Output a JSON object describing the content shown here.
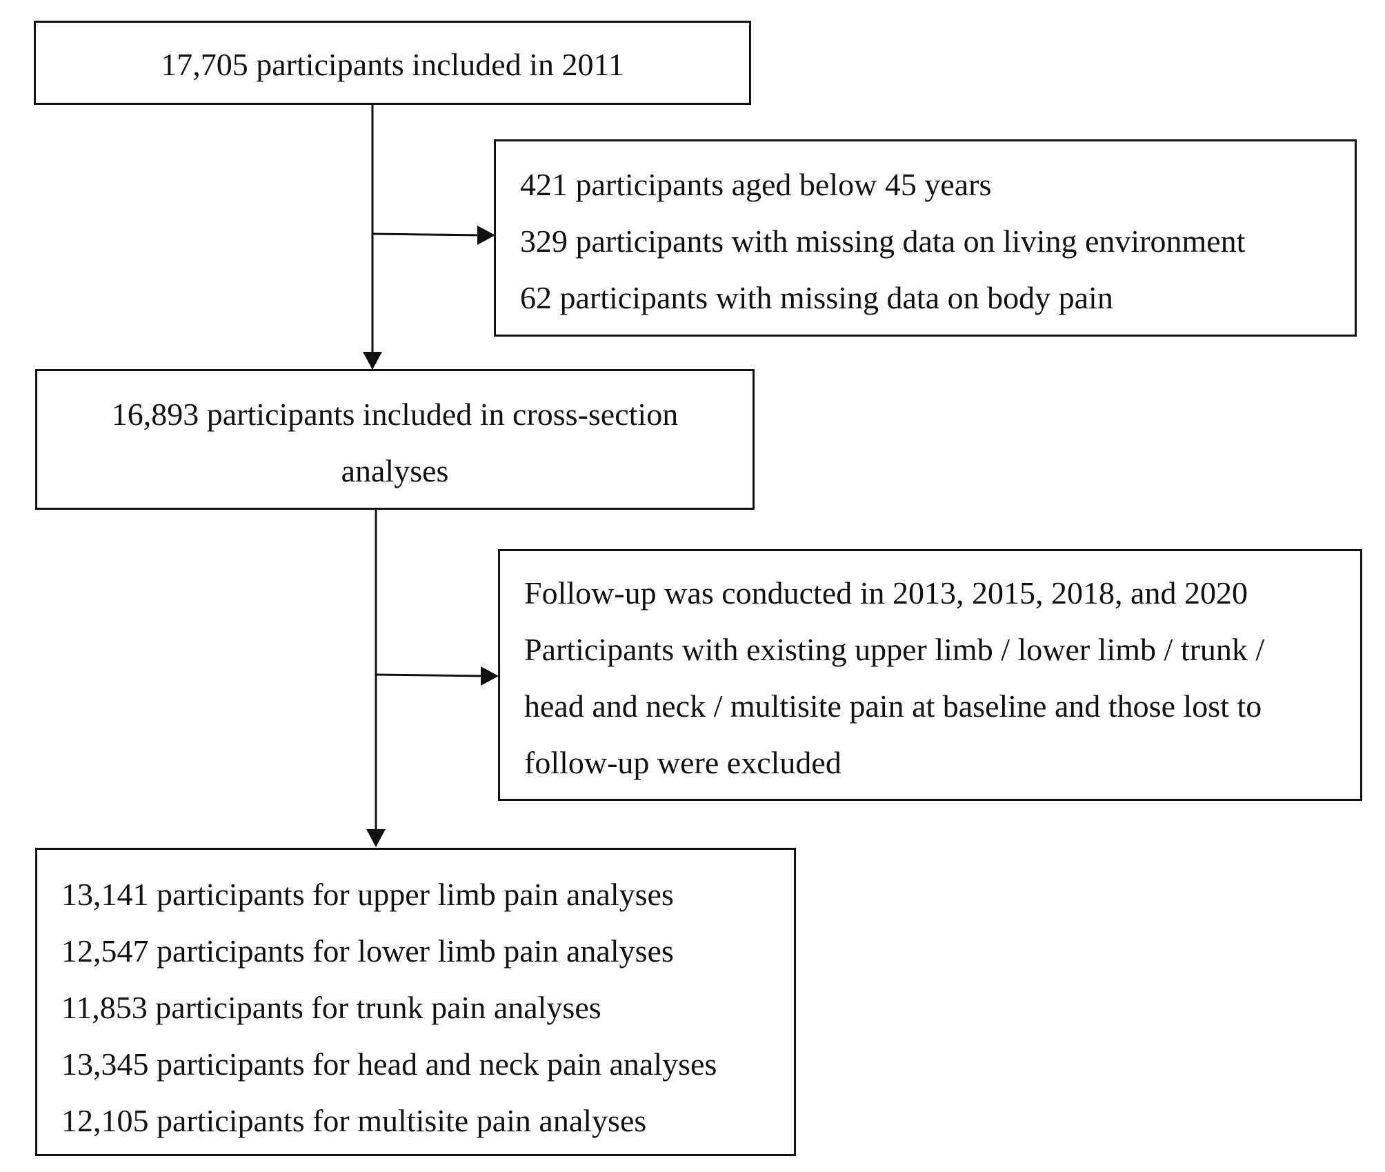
{
  "flowchart": {
    "start": {
      "text": "17,705 participants included in 2011"
    },
    "exclusion": {
      "lines": [
        "421 participants aged below 45 years",
        "329 participants with missing data on living environment",
        "62 participants with missing data on body pain"
      ]
    },
    "cross_section": {
      "lines": [
        "16,893 participants included in cross-section",
        "analyses"
      ]
    },
    "followup": {
      "lines": [
        "Follow-up was conducted in 2013, 2015, 2018, and 2020",
        "Participants with existing upper limb / lower limb / trunk /",
        "head and neck / multisite pain at baseline and those lost to",
        "follow-up were excluded"
      ]
    },
    "final": {
      "lines": [
        "13,141 participants for upper limb pain analyses",
        "12,547 participants for lower limb pain analyses",
        "11,853 participants for trunk pain analyses",
        "13,345 participants for head and neck pain analyses",
        "12,105 participants for multisite pain analyses"
      ]
    }
  }
}
